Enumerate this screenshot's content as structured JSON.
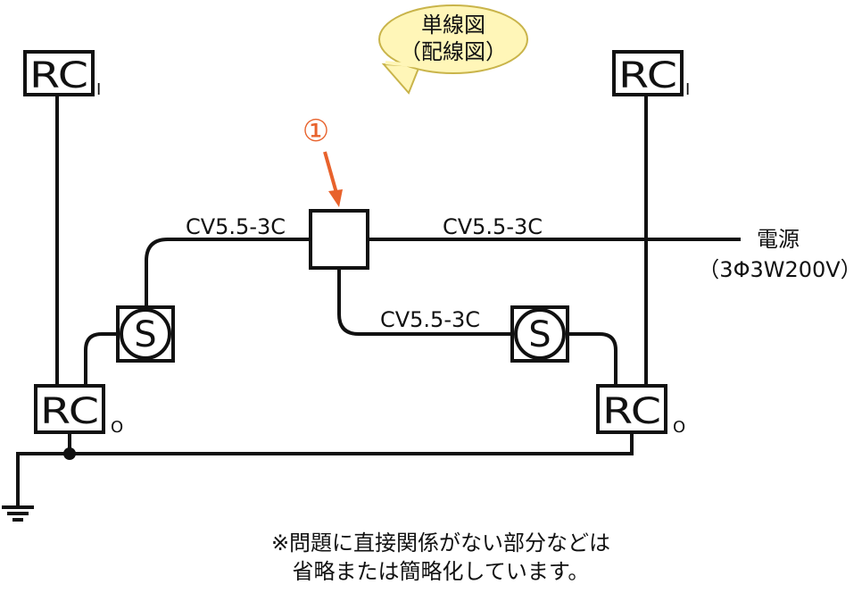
{
  "callout": {
    "line1": "単線図",
    "line2": "（配線図）",
    "fill": "#fff6b8",
    "stroke": "#c9b44a"
  },
  "marker": {
    "label": "①",
    "color": "#e8622c"
  },
  "rc_label": "RC",
  "rc_in_sub": "I",
  "rc_out_sub": "O",
  "switch_label": "S",
  "cables": {
    "left": "CV5.5-3C",
    "right": "CV5.5-3C",
    "bottom": "CV5.5-3C"
  },
  "power": {
    "label": "電源",
    "spec": "（3Φ3W200V）"
  },
  "note": {
    "line1": "※問題に直接関係がない部分などは",
    "line2": "省略または簡略化しています。"
  }
}
